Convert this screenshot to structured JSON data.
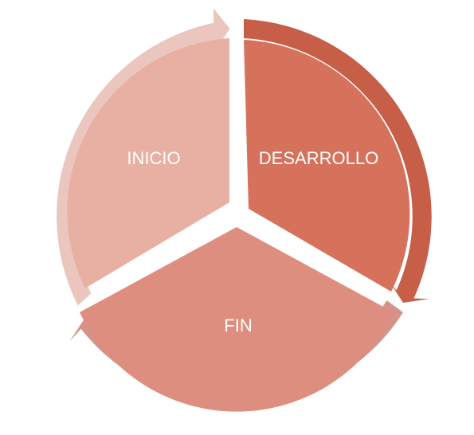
{
  "diagram": {
    "type": "cycle",
    "segments": [
      {
        "id": "inicio",
        "label": "INICIO",
        "fill": "#E8B0A2",
        "arrow": "#EBC6BF"
      },
      {
        "id": "desarrollo",
        "label": "DESARROLLO",
        "fill": "#D6725C",
        "arrow": "#C65E48"
      },
      {
        "id": "fin",
        "label": "FIN",
        "fill": "#DE8E7E",
        "arrow": "#D6928A"
      }
    ]
  }
}
